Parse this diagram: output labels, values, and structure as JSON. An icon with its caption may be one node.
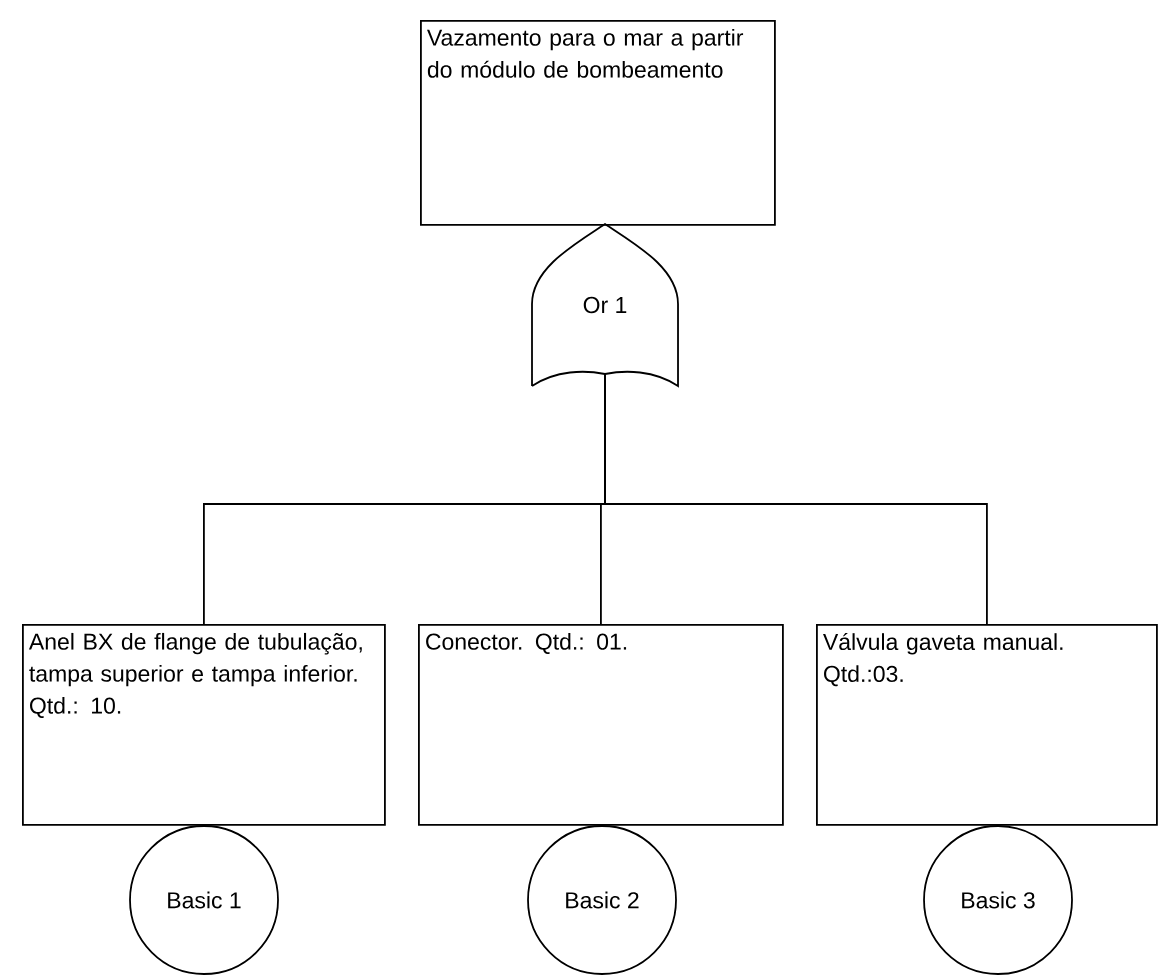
{
  "diagram": {
    "nodes": [
      {
        "text": [
          "Vazamento para o mar a partir do módulo de bombeamento"
        ]
      },
      {
        "text": [
          "Or 1"
        ]
      },
      {
        "text": [
          "Anel BX de flange de tubulação, tampa superior e tampa inferior. Qtd.: 10."
        ]
      },
      {
        "text": [
          "Conector. Qtd.: 01."
        ]
      },
      {
        "text": [
          "Válvula gaveta manual. Qtd.:03."
        ]
      },
      {
        "text": [
          "Basic 1"
        ]
      },
      {
        "text": [
          "Basic 2"
        ]
      },
      {
        "text": [
          "Basic 3"
        ]
      }
    ],
    "edges": [
      {
        "from": 1,
        "to": 2,
        "arrow": "none"
      },
      {
        "from": 1,
        "to": 3,
        "arrow": "none"
      },
      {
        "from": 1,
        "to": 4,
        "arrow": "none"
      }
    ]
  }
}
